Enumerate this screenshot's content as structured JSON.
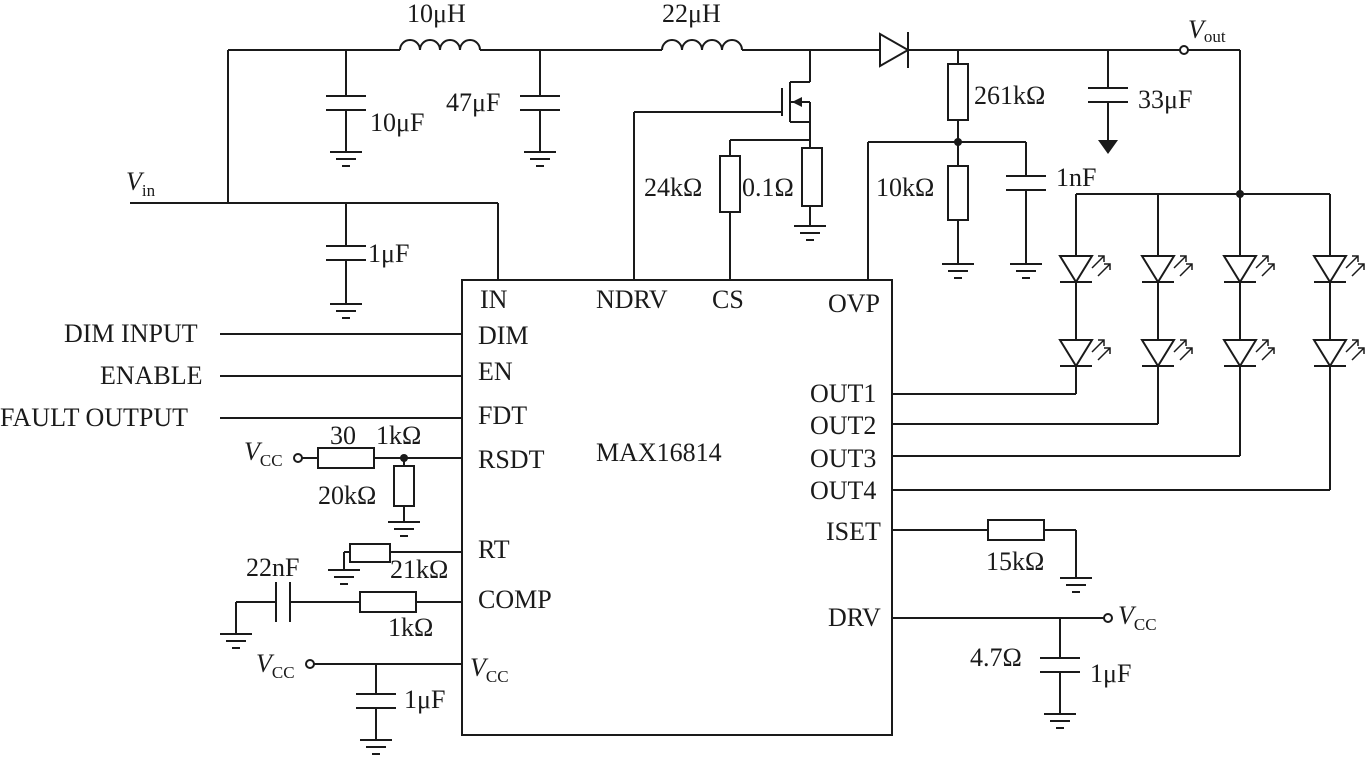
{
  "labels": {
    "l1": "10μH",
    "l2": "22μH",
    "vout": "V",
    "vout_sub": "out",
    "c10": "10μF",
    "c47": "47μF",
    "r261": "261kΩ",
    "c33": "33μF",
    "vin": "V",
    "vin_sub": "in",
    "r24k": "24kΩ",
    "r01": "0.1Ω",
    "r10k": "10kΩ",
    "c1n": "1nF",
    "c1u_in": "1μF",
    "r30": "30",
    "r1k_rsdt": "1kΩ",
    "r20k": "20kΩ",
    "c22n": "22nF",
    "r21k": "21kΩ",
    "r1k_comp": "1kΩ",
    "c1u_vcc": "1μF",
    "r15k": "15kΩ",
    "r47": "4.7Ω",
    "c1u_drv": "1μF",
    "vcc": "V",
    "vcc_sub": "CC"
  },
  "signals": {
    "dim": "DIM INPUT",
    "enable": "ENABLE",
    "fault": "FAULT OUTPUT"
  },
  "ic": {
    "name": "MAX16814",
    "pins": {
      "in": "IN",
      "dim": "DIM",
      "en": "EN",
      "fdt": "FDT",
      "rsdt": "RSDT",
      "rt": "RT",
      "comp": "COMP",
      "vcc": "V",
      "vcc_sub": "CC",
      "ndrv": "NDRV",
      "cs": "CS",
      "ovp": "OVP",
      "out1": "OUT1",
      "out2": "OUT2",
      "out3": "OUT3",
      "out4": "OUT4",
      "iset": "ISET",
      "drv": "DRV"
    }
  }
}
